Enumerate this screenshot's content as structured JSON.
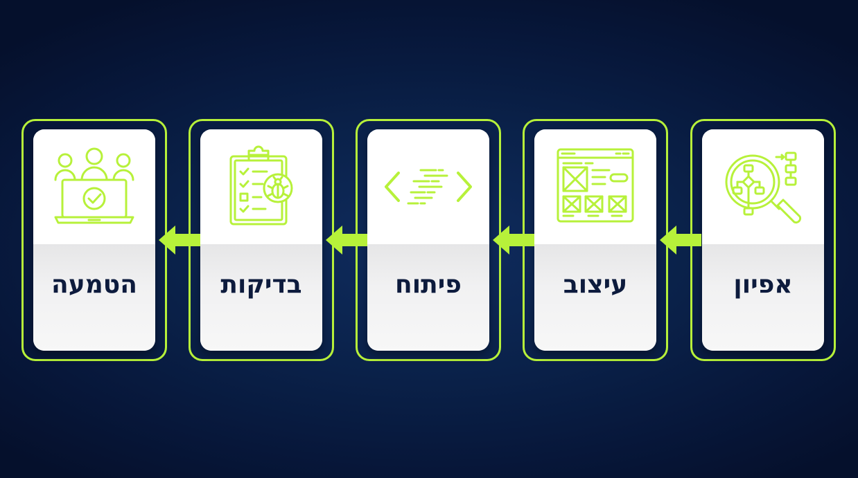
{
  "colors": {
    "background": "#0a2149",
    "accent": "#b7f13a",
    "card": "#ffffff",
    "label": "#0d1b3d"
  },
  "steps": [
    {
      "label": "אפיון",
      "icon": "magnifier-flowchart-icon"
    },
    {
      "label": "עיצוב",
      "icon": "wireframe-layout-icon"
    },
    {
      "label": "פיתוח",
      "icon": "code-brackets-icon"
    },
    {
      "label": "בדיקות",
      "icon": "clipboard-bug-icon"
    },
    {
      "label": "הטמעה",
      "icon": "team-laptop-check-icon"
    }
  ],
  "arrows": [
    "arrow-left-icon",
    "arrow-left-icon",
    "arrow-left-icon",
    "arrow-left-icon"
  ]
}
